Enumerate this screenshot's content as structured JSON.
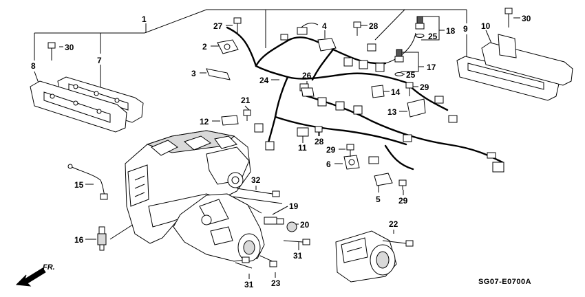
{
  "figure": {
    "reference_code": "SG07-E0700A",
    "direction_label": "FR."
  },
  "callouts": [
    {
      "id": "c1",
      "label": "1"
    },
    {
      "id": "c2",
      "label": "2"
    },
    {
      "id": "c3",
      "label": "3"
    },
    {
      "id": "c4",
      "label": "4"
    },
    {
      "id": "c5",
      "label": "5"
    },
    {
      "id": "c6",
      "label": "6"
    },
    {
      "id": "c7",
      "label": "7"
    },
    {
      "id": "c8",
      "label": "8"
    },
    {
      "id": "c9",
      "label": "9"
    },
    {
      "id": "c10",
      "label": "10"
    },
    {
      "id": "c11",
      "label": "11"
    },
    {
      "id": "c12",
      "label": "12"
    },
    {
      "id": "c13",
      "label": "13"
    },
    {
      "id": "c14",
      "label": "14"
    },
    {
      "id": "c15",
      "label": "15"
    },
    {
      "id": "c16",
      "label": "16"
    },
    {
      "id": "c17",
      "label": "17"
    },
    {
      "id": "c18",
      "label": "18"
    },
    {
      "id": "c19",
      "label": "19"
    },
    {
      "id": "c20",
      "label": "20"
    },
    {
      "id": "c21",
      "label": "21"
    },
    {
      "id": "c22",
      "label": "22"
    },
    {
      "id": "c23",
      "label": "23"
    },
    {
      "id": "c24",
      "label": "24"
    },
    {
      "id": "c25a",
      "label": "25"
    },
    {
      "id": "c25b",
      "label": "25"
    },
    {
      "id": "c26",
      "label": "26"
    },
    {
      "id": "c27",
      "label": "27"
    },
    {
      "id": "c28a",
      "label": "28"
    },
    {
      "id": "c28b",
      "label": "28"
    },
    {
      "id": "c29a",
      "label": "29"
    },
    {
      "id": "c29b",
      "label": "29"
    },
    {
      "id": "c29c",
      "label": "29"
    },
    {
      "id": "c30a",
      "label": "30"
    },
    {
      "id": "c30b",
      "label": "30"
    },
    {
      "id": "c31a",
      "label": "31"
    },
    {
      "id": "c31b",
      "label": "31"
    },
    {
      "id": "c32",
      "label": "32"
    }
  ]
}
